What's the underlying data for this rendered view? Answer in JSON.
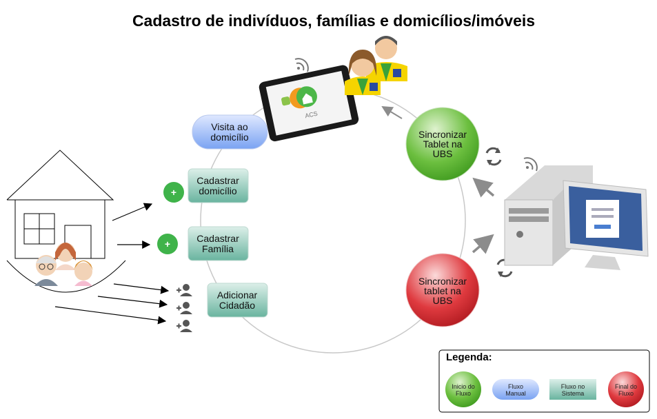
{
  "title": "Cadastro de indivíduos, famílias e domicílios/imóveis",
  "nodes": {
    "visita": [
      "Visita ao",
      "domicílio"
    ],
    "cad_domicilio": [
      "Cadastrar",
      "domicílio"
    ],
    "cad_familia": [
      "Cadastrar",
      "Família"
    ],
    "add_cidadao": [
      "Adicionar",
      "Cidadão"
    ],
    "sync_tablet_ubs": [
      "Sincronizar",
      "Tablet na",
      "UBS"
    ],
    "sync_tablet_na_ubs": [
      "Sincronizar",
      "tablet na",
      "UBS"
    ]
  },
  "tablet": {
    "app_label": "ACS"
  },
  "plus_symbol": "+",
  "legend": {
    "title": "Legenda:",
    "items": [
      {
        "lines": [
          "Inicio do",
          "Fluxo"
        ],
        "kind": "start"
      },
      {
        "lines": [
          "Fluxo",
          "Manual"
        ],
        "kind": "manual"
      },
      {
        "lines": [
          "Fluxo no",
          "Sistema"
        ],
        "kind": "system"
      },
      {
        "lines": [
          "Final do",
          "Fluxo"
        ],
        "kind": "end"
      }
    ]
  },
  "colors": {
    "green": "#4caf33",
    "red": "#d0262c",
    "blue": "#8fb2f5",
    "teal": "#7fbfae",
    "plus_green": "#3fb34a",
    "gray_arrow": "#8c8c8c"
  }
}
